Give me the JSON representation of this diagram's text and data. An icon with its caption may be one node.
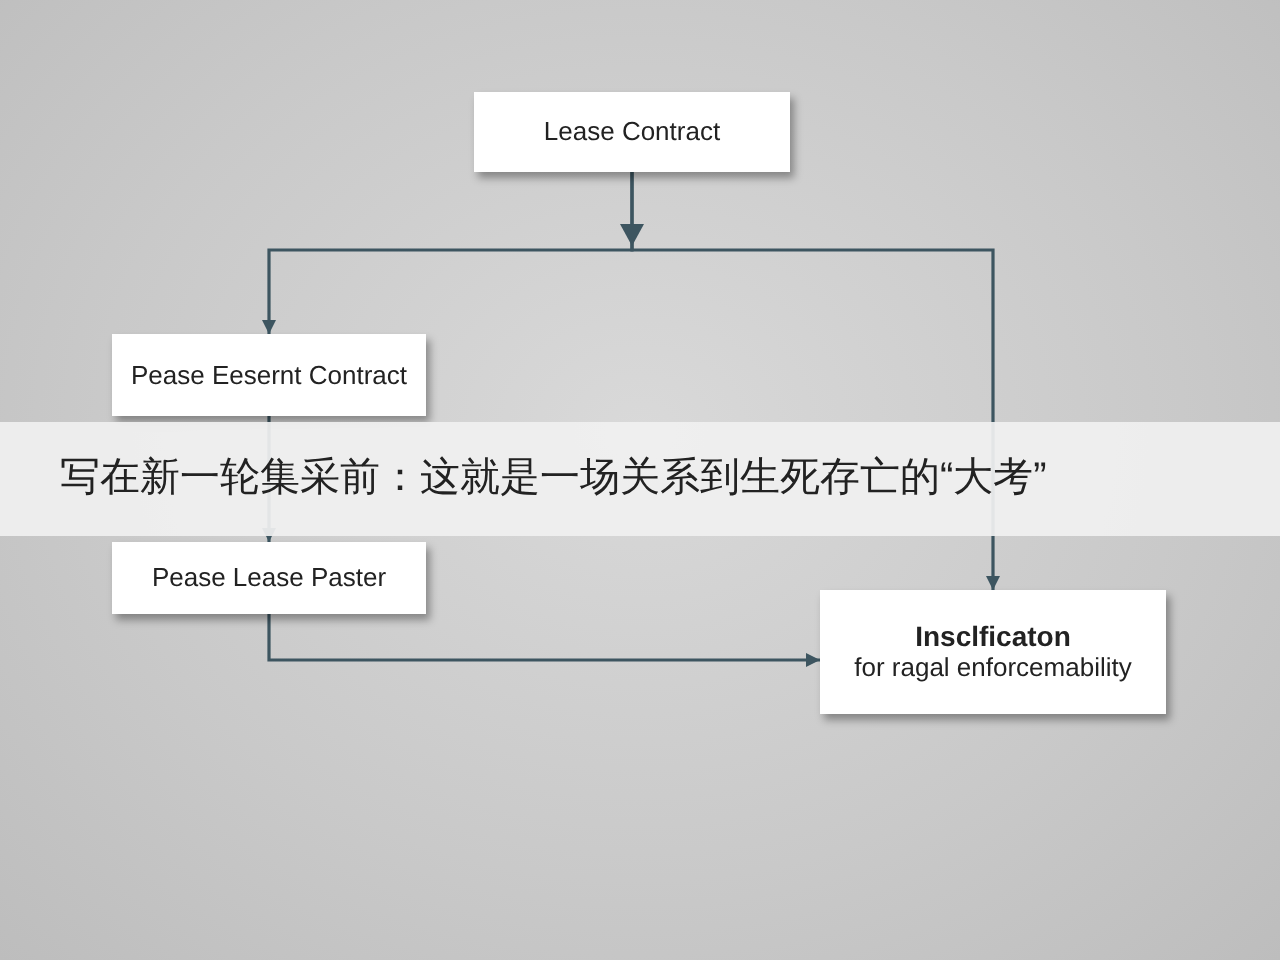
{
  "diagram": {
    "nodes": [
      {
        "text": [
          "Lease Contract"
        ]
      },
      {
        "text": [
          "Pease Eesernt Contract"
        ]
      },
      {
        "text": [
          "Pease Lease Paster"
        ]
      },
      {
        "text": [
          "Insclficaton",
          "for ragal enforcemability"
        ]
      }
    ],
    "edges": [
      {
        "from": 0,
        "to": 1,
        "arrow": "to"
      },
      {
        "from": 0,
        "to": 3,
        "arrow": "to"
      },
      {
        "from": 1,
        "to": 2,
        "arrow": "to"
      },
      {
        "from": 2,
        "to": 3,
        "arrow": "to"
      }
    ],
    "labels": [
      "写在新一轮集采前：这就是一场关系到生死存亡的“大考”"
    ]
  }
}
